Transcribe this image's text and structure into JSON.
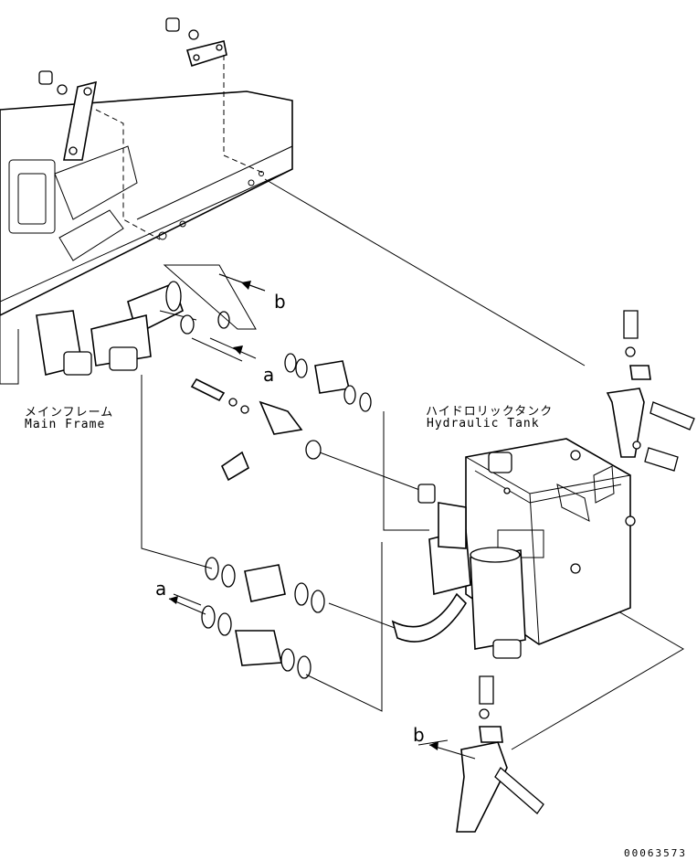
{
  "labels": {
    "main_frame_jp": "メインフレーム",
    "main_frame_en": "Main Frame",
    "hydraulic_tank_jp": "ハイドロリックタンク",
    "hydraulic_tank_en": "Hydraulic Tank",
    "ref_a": "a",
    "ref_b": "b",
    "drawing_code": "00063573"
  },
  "colors": {
    "line": "#000000",
    "background": "#ffffff"
  }
}
